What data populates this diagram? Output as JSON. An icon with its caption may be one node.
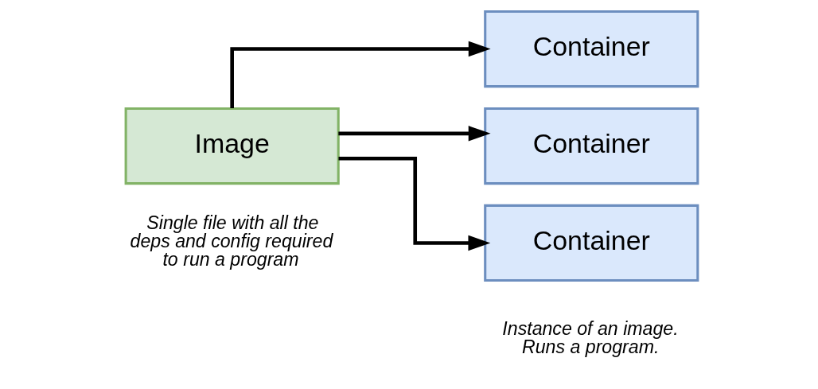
{
  "diagram": {
    "nodes": [
      {
        "text": [
          "Image"
        ],
        "beside": [
          "Single file with all the deps and config required to run a program"
        ]
      },
      {
        "text": [
          "Container"
        ]
      },
      {
        "text": [
          "Container"
        ]
      },
      {
        "text": [
          "Container"
        ],
        "beside": [
          "Instance of an image. Runs a program."
        ]
      }
    ],
    "edges": [
      {
        "from": 0,
        "to": 1,
        "arrow": "to"
      },
      {
        "from": 0,
        "to": 2,
        "arrow": "to"
      },
      {
        "from": 0,
        "to": 3,
        "arrow": "to"
      }
    ]
  }
}
